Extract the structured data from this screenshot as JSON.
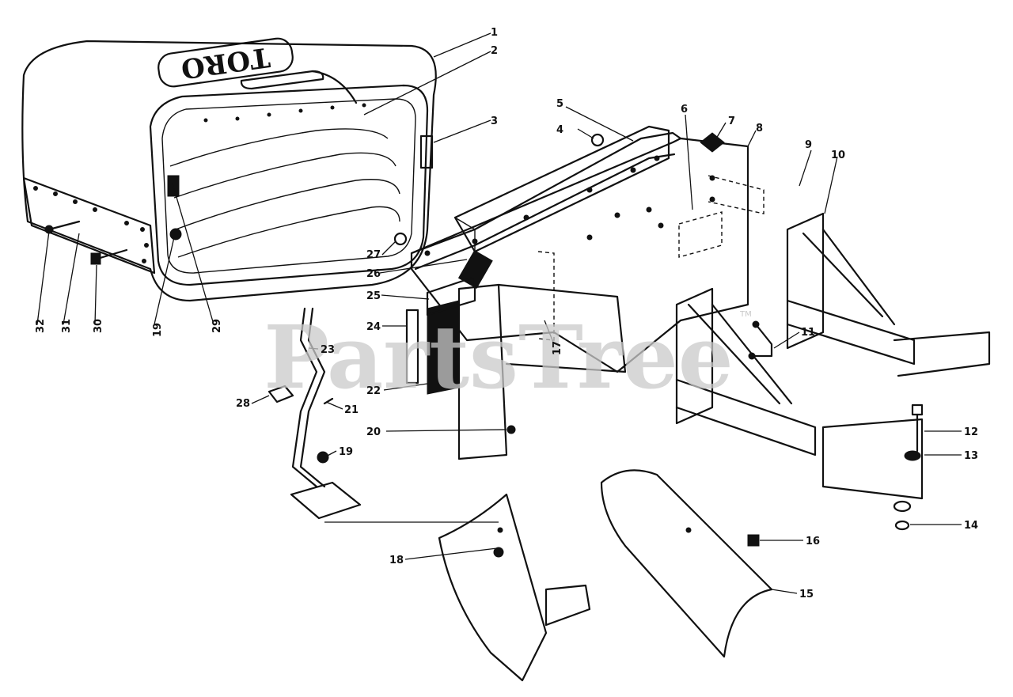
{
  "diagram": {
    "logo_text": "TORO",
    "watermark": "PartsTree",
    "watermark_tm": "TM",
    "callouts": [
      "1",
      "2",
      "3",
      "4",
      "5",
      "6",
      "7",
      "8",
      "9",
      "10",
      "11",
      "12",
      "13",
      "14",
      "15",
      "16",
      "17",
      "18",
      "19",
      "19",
      "20",
      "21",
      "22",
      "23",
      "24",
      "25",
      "26",
      "27",
      "28",
      "29",
      "30",
      "31",
      "32"
    ]
  }
}
